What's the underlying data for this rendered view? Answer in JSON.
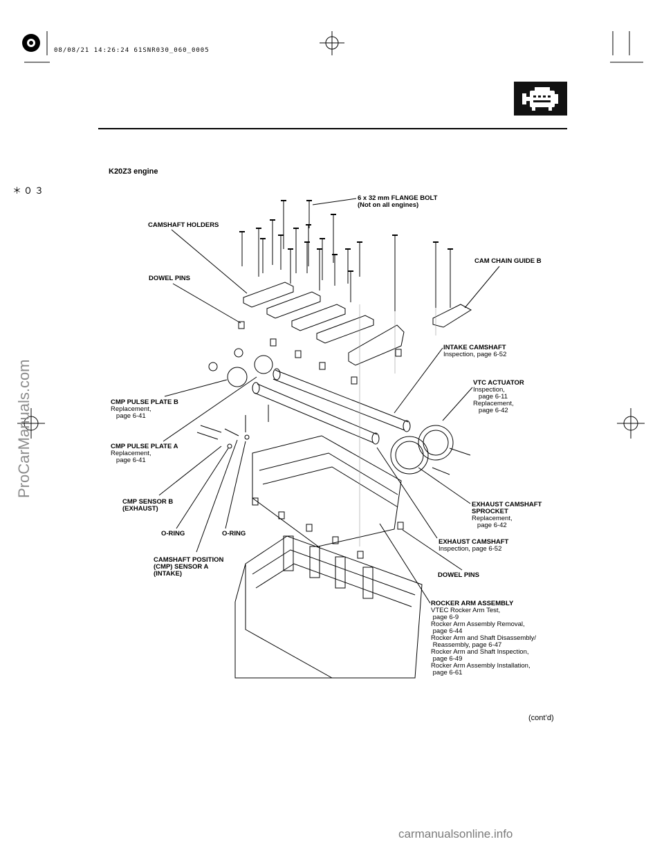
{
  "header": {
    "print_stamp": "08/08/21 14:26:24 61SNR030_060_0005",
    "section_icon": "engine-icon"
  },
  "margin_mark": "＊０３",
  "side_watermark": "ProCarManuals.com",
  "title": "K20Z3 engine",
  "labels": {
    "flange_bolt": {
      "title": "6 x 32 mm FLANGE BOLT\n(Not on all engines)"
    },
    "camshaft_holders": {
      "title": "CAMSHAFT HOLDERS"
    },
    "dowel_pins_top": {
      "title": "DOWEL PINS"
    },
    "cam_chain_guide_b": {
      "title": "CAM CHAIN GUIDE B"
    },
    "intake_camshaft": {
      "title": "INTAKE CAMSHAFT",
      "detail": "Inspection, page 6-52"
    },
    "vtc_actuator": {
      "title": "VTC ACTUATOR",
      "detail": "Inspection,\n   page 6-11\nReplacement,\n   page 6-42"
    },
    "cmp_pulse_plate_b": {
      "title": "CMP PULSE PLATE B",
      "detail": "Replacement,\n   page 6-41"
    },
    "cmp_pulse_plate_a": {
      "title": "CMP PULSE PLATE A",
      "detail": "Replacement,\n   page 6-41"
    },
    "cmp_sensor_b": {
      "title": "CMP SENSOR B\n(EXHAUST)"
    },
    "o_ring_1": {
      "title": "O-RING"
    },
    "o_ring_2": {
      "title": "O-RING"
    },
    "exhaust_sprocket": {
      "title": "EXHAUST CAMSHAFT\nSPROCKET",
      "detail": "Replacement,\n   page 6-42"
    },
    "exhaust_camshaft": {
      "title": "EXHAUST CAMSHAFT",
      "detail": "Inspection, page 6-52"
    },
    "cmp_sensor_a": {
      "title": "CAMSHAFT POSITION\n(CMP) SENSOR A\n(INTAKE)"
    },
    "dowel_pins_bottom": {
      "title": "DOWEL PINS"
    },
    "rocker_arm_assembly": {
      "title": "ROCKER ARM ASSEMBLY",
      "detail": "VTEC Rocker Arm Test,\n page 6-9\nRocker Arm Assembly Removal,\n page 6-44\nRocker Arm and Shaft Disassembly/\n Reassembly, page 6-47\nRocker Arm and Shaft Inspection,\n page 6-49\nRocker Arm Assembly Installation,\n page 6-61"
    }
  },
  "footer": {
    "contd": "(cont’d)",
    "site": "carmanualsonline.info"
  }
}
